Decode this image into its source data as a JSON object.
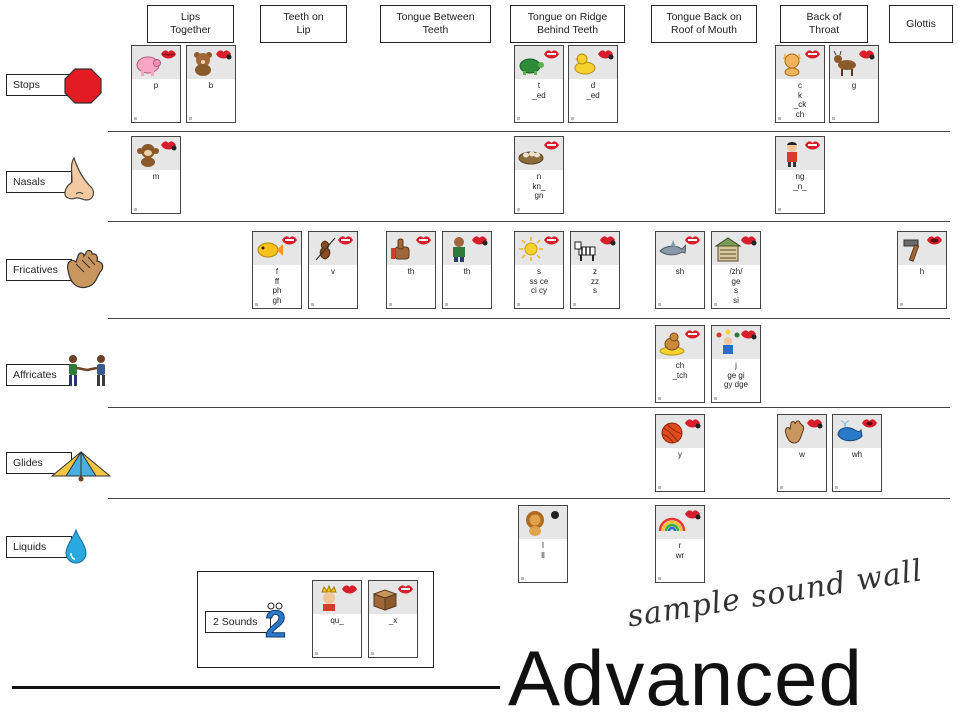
{
  "columns": [
    {
      "label": "Lips\nTogether"
    },
    {
      "label": "Teeth on\nLip"
    },
    {
      "label": "Tongue Between\nTeeth"
    },
    {
      "label": "Tongue on Ridge\nBehind Teeth"
    },
    {
      "label": "Tongue Back on\nRoof of Mouth"
    },
    {
      "label": "Back of\nThroat"
    },
    {
      "label": "Glottis"
    }
  ],
  "rows": [
    {
      "label": "Stops",
      "icon": "stop-sign-icon"
    },
    {
      "label": "Nasals",
      "icon": "nose-icon"
    },
    {
      "label": "Fricatives",
      "icon": "hand-icon"
    },
    {
      "label": "Affricates",
      "icon": "people-shaking-hands-icon"
    },
    {
      "label": "Glides",
      "icon": "hang-glider-icon"
    },
    {
      "label": "Liquids",
      "icon": "water-drop-icon"
    }
  ],
  "cards": [
    {
      "picture": "pig-icon",
      "spelling": "p"
    },
    {
      "picture": "bear-icon",
      "spelling": "b"
    },
    {
      "picture": "turtle-icon",
      "spelling": "t\n_ed"
    },
    {
      "picture": "duck-icon",
      "spelling": "d\n_ed"
    },
    {
      "picture": "cat-icon",
      "spelling": "c\nk\n_ck\nch"
    },
    {
      "picture": "goat-icon",
      "spelling": "g"
    },
    {
      "picture": "monkey-icon",
      "spelling": "m"
    },
    {
      "picture": "nest-icon",
      "spelling": "n\nkn_\ngn"
    },
    {
      "picture": "singer-icon",
      "spelling": "ng\n_n_"
    },
    {
      "picture": "fish-icon",
      "spelling": "f\nff\nph\ngh"
    },
    {
      "picture": "violin-icon",
      "spelling": "v"
    },
    {
      "picture": "thumb-icon",
      "spelling": "th"
    },
    {
      "picture": "person-icon",
      "spelling": "th"
    },
    {
      "picture": "sun-icon",
      "spelling": "s\nss      ce\nci        cy"
    },
    {
      "picture": "zebra-icon",
      "spelling": "z\nzz\ns"
    },
    {
      "picture": "shark-icon",
      "spelling": "sh"
    },
    {
      "picture": "garage-icon",
      "spelling": "/zh/\nge\ns\nsi"
    },
    {
      "picture": "hammer-icon",
      "spelling": "h"
    },
    {
      "picture": "chick-icon",
      "spelling": "ch\n_tch"
    },
    {
      "picture": "juggler-icon",
      "spelling": "j\nge       gi\ngy     dge"
    },
    {
      "picture": "yarn-icon",
      "spelling": "y"
    },
    {
      "picture": "waving-hand-icon",
      "spelling": "w"
    },
    {
      "picture": "whale-icon",
      "spelling": "wh"
    },
    {
      "picture": "lion-icon",
      "spelling": "l\nll"
    },
    {
      "picture": "rainbow-icon",
      "spelling": "r\nwr"
    },
    {
      "picture": "queen-icon",
      "spelling": "qu_"
    },
    {
      "picture": "box-icon",
      "spelling": "_x"
    }
  ],
  "two_sounds": {
    "label": "2 Sounds",
    "icon": "number-two-icon"
  },
  "subtitle": "sample sound wall",
  "title": "Advanced",
  "colors": {
    "stop_red": "#e31b23",
    "lips_red": "#d81e2c",
    "drop_blue": "#2aa9e0",
    "skin": "#f2c9a0"
  }
}
